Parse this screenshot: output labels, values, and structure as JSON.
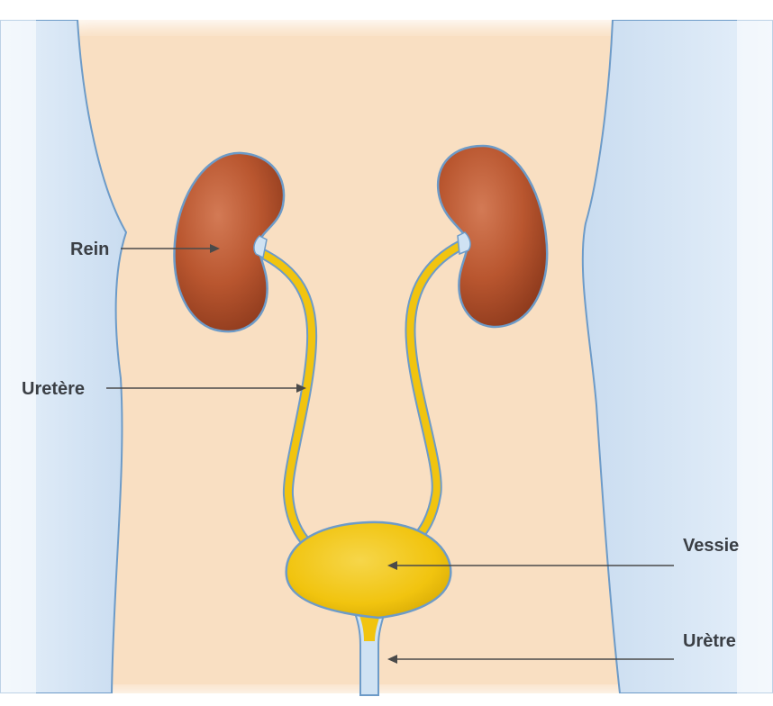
{
  "labels": {
    "kidney": "Rein",
    "ureter": "Uretère",
    "bladder": "Vessie",
    "urethra": "Urètre"
  },
  "colors": {
    "skin": "#f9dfc2",
    "side_blue": "#cfe2f3",
    "outline_blue": "#6d9bc8",
    "kidney": "#b9562f",
    "kidney_highlight": "#d98a6a",
    "urine_yellow": "#f1c40f",
    "urine_light": "#f7dc6f",
    "leader_line": "#4a4a4a",
    "text": "#3b3f45"
  },
  "icons": {
    "kidney": "kidney-organ-icon",
    "bladder": "bladder-organ-icon"
  }
}
